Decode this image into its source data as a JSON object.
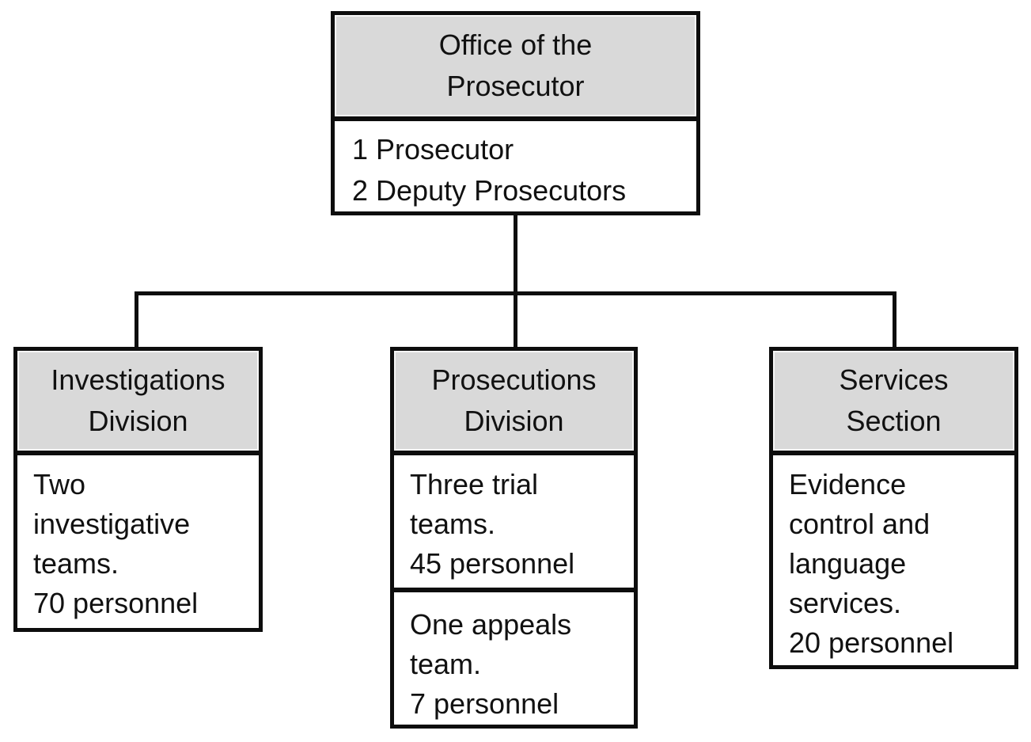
{
  "diagram": {
    "type": "org-chart",
    "colors": {
      "background": "#ffffff",
      "border": "#0d0d0d",
      "header_fill": "#d9d9d9",
      "text": "#111111"
    },
    "root": {
      "id": "office-of-the-prosecutor",
      "title_lines": [
        "Office of the",
        "Prosecutor"
      ],
      "body_lines": [
        "1 Prosecutor",
        "2 Deputy Prosecutors"
      ]
    },
    "children": [
      {
        "id": "investigations-division",
        "title_lines": [
          "Investigations",
          "Division"
        ],
        "sections": [
          {
            "lines": [
              "Two",
              "investigative",
              "teams.",
              "70 personnel"
            ]
          }
        ]
      },
      {
        "id": "prosecutions-division",
        "title_lines": [
          "Prosecutions",
          "Division"
        ],
        "sections": [
          {
            "lines": [
              "Three trial",
              "teams.",
              "45 personnel"
            ]
          },
          {
            "lines": [
              "One appeals",
              "team.",
              "7 personnel"
            ]
          }
        ]
      },
      {
        "id": "services-section",
        "title_lines": [
          "Services",
          "Section"
        ],
        "sections": [
          {
            "lines": [
              "Evidence",
              "control and",
              "language",
              "services.",
              "20 personnel"
            ]
          }
        ]
      }
    ]
  }
}
